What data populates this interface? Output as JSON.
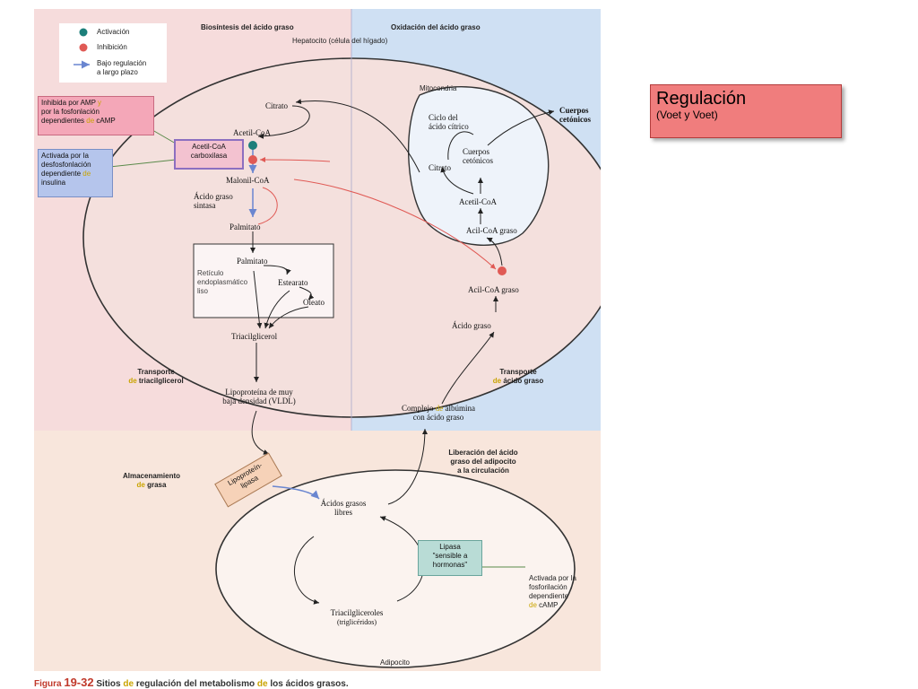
{
  "legend": {
    "activation": "Activación",
    "inhibition": "Inhibición",
    "long_term_1": "Bajo regulación",
    "long_term_2": "a largo plazo"
  },
  "sections": {
    "biosynthesis": "Biosíntesis del ácido graso",
    "oxidation": "Oxidación del ácido graso",
    "hepatocyte": "Hepatocito (célula del hígado)",
    "mitochondria": "Mitocondria",
    "tag_transport_1": "Transporte",
    "tag_transport_de": "de",
    "tag_transport_2": "triacilglicerol",
    "fa_transport_1": "Transporte",
    "fa_transport_de": "de",
    "fa_transport_2": "ácido graso",
    "storage_1": "Almacenamiento",
    "storage_de": "de",
    "storage_2": "grasa",
    "release_1": "Liberación del ácido",
    "release_2": "graso del adipocito",
    "release_3": "a la circulación",
    "adipocyte": "Adipocito"
  },
  "notes": {
    "inhibited_1": "Inhibida por AMP",
    "inhibited_y": "y",
    "inhibited_2": "por la fosfonlación",
    "inhibited_3": "dependientes",
    "inhibited_de": "de",
    "inhibited_4": "cAMP",
    "activated_1": "Activada por la",
    "activated_2": "desfosfonlación",
    "activated_3": "dependiente",
    "activated_de": "de",
    "activated_4": "insulina",
    "acc_1": "Acetil-CoA",
    "acc_2": "carboxilasa",
    "lipoprotein_lipase_1": "Lipoproteín-",
    "lipoprotein_lipase_2": "lipasa",
    "hsl_1": "Lipasa",
    "hsl_2": "\"sensible a",
    "hsl_3": "hormonas\"",
    "hsl_activated_1": "Activada por la",
    "hsl_activated_2": "fosforilación",
    "hsl_activated_3": "dependiente",
    "hsl_activated_de": "de",
    "hsl_activated_4": "cAMP"
  },
  "metabolites": {
    "citrato": "Citrato",
    "acetil_coa": "Acetil-CoA",
    "malonil_coa": "Malonil-CoA",
    "fas_1": "Ácido graso",
    "fas_2": "sintasa",
    "palmitato": "Palmitato",
    "palmitato_er": "Palmitato",
    "er_1": "Retículo",
    "er_2": "endoplasmático",
    "er_3": "liso",
    "estearato": "Estearato",
    "oleato": "Oleato",
    "triacilglicerol": "Triacilglicerol",
    "vldl_1": "Lipoproteína de muy",
    "vldl_2": "baja densidad (VLDL)",
    "albumin_1": "Complejo",
    "albumin_de": "de",
    "albumin_2": "albúmina",
    "albumin_3": "con ácido graso",
    "acido_graso": "Ácido graso",
    "acil_coa_graso": "Acil-CoA graso",
    "cycle_1": "Ciclo del",
    "cycle_2": "ácido cítrico",
    "cuerpos_in_1": "Cuerpos",
    "cuerpos_in_2": "cetónicos",
    "citrato_mito": "Citrato",
    "acetil_coa_mito": "Acetil-CoA",
    "acil_coa_mito": "Acil-CoA graso",
    "cuerpos_out_1": "Cuerpos",
    "cuerpos_out_2": "cetónicos",
    "free_fa_1": "Ácidos grasos",
    "free_fa_2": "libres",
    "tags_1": "Triacilgliceroles",
    "tags_2": "(triglicéridos)"
  },
  "caption": {
    "prefix": "Figura",
    "number": "19-32",
    "text_1": "Sitios",
    "de1": "de",
    "text_2": "regulación del metabolismo",
    "de2": "de",
    "text_3": "los ácidos grasos."
  },
  "slide": {
    "title": "Regulación",
    "subtitle": "(Voet y Voet)"
  },
  "colors": {
    "pink_bg": "#f6dcdc",
    "blue_bg": "#cfe0f3",
    "peach_bg": "#f8e6dc",
    "activation": "#1c7f7a",
    "inhibition": "#e05a55",
    "regulation_arrow": "#6a86d0",
    "slide_box": "#f07d7d"
  }
}
